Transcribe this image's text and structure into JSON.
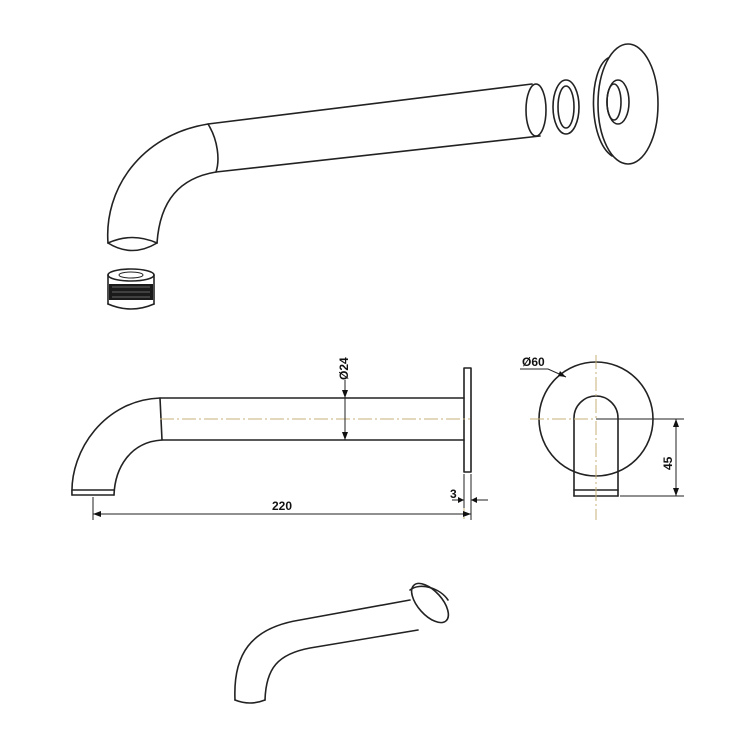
{
  "dimensions": {
    "pipe_diameter": "24",
    "flange_diameter": "60",
    "length": "220",
    "flange_thickness": "3",
    "height": "45"
  },
  "colors": {
    "line": "#222222",
    "centerline": "#c8b27a",
    "background": "#ffffff"
  }
}
